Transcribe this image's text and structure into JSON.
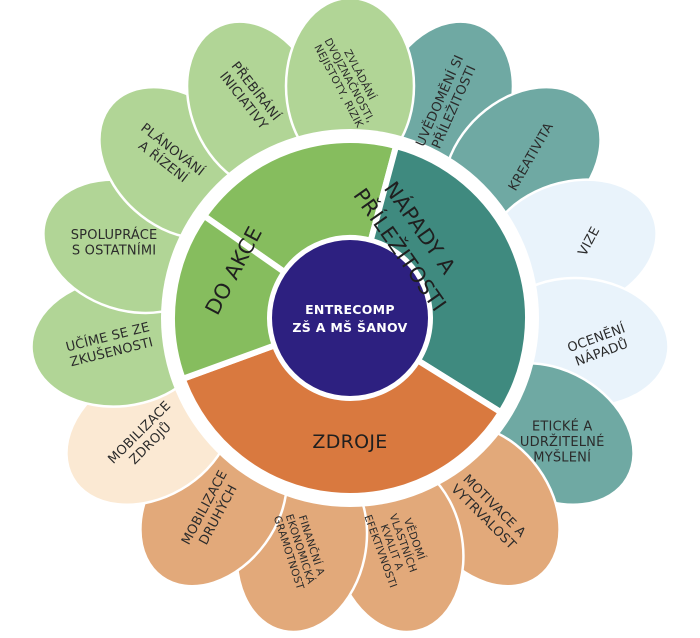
{
  "center": {
    "line1": "ENTRECOMP",
    "line2": "ZŠ A MŠ ŠANOV"
  },
  "areas": {
    "ideas": {
      "line1": "NÁPADY A",
      "line2": "PŘÍLEŽITOSTI"
    },
    "action": {
      "label": "DO AKCE"
    },
    "resources": {
      "label": "ZDROJE"
    }
  },
  "petals": [
    {
      "lines": [
        "UVĚDOMĚNÍ SI",
        "PŘÍLEŽITOSTI"
      ]
    },
    {
      "lines": [
        "KREATIVITA"
      ]
    },
    {
      "lines": [
        "VIZE"
      ]
    },
    {
      "lines": [
        "OCENĚNÍ",
        "NÁPADŮ"
      ]
    },
    {
      "lines": [
        "ETICKÉ A",
        "UDRŽITELNÉ",
        "MYŠLENÍ"
      ]
    },
    {
      "lines": [
        "MOTIVACE A",
        "VYTRVALOST"
      ]
    },
    {
      "lines": [
        "VĚDOMÍ",
        "VLASTNÍCH",
        "KVALIT A",
        "EFEKTIVNOSTI"
      ]
    },
    {
      "lines": [
        "FINANČNÍ A",
        "EKONOMICKÁ",
        "GRAMOTNOST"
      ]
    },
    {
      "lines": [
        "MOBILIZACE",
        "DRUHÝCH"
      ]
    },
    {
      "lines": [
        "MOBILIZACE",
        "ZDROJŮ"
      ]
    },
    {
      "lines": [
        "UČÍME SE ZE",
        "ZKUŠENOSTI"
      ]
    },
    {
      "lines": [
        "SPOLUPRÁCE",
        "S OSTATNÍMI"
      ]
    },
    {
      "lines": [
        "PLÁNOVÁNÍ",
        "A ŘÍZENÍ"
      ]
    },
    {
      "lines": [
        "PŘEBÍRÁNÍ",
        "INICIATIVY"
      ]
    },
    {
      "lines": [
        "ZVLÁDÁNÍ",
        "DVOJZNAČNOSTI,",
        "NEJISTOTY, RIZIK"
      ]
    }
  ],
  "colors": {
    "ideas_dark": "#3f8a7f",
    "ideas_petal": "#6fa9a3",
    "ideas_petal_light": "#e9f3fb",
    "action_dark": "#86bd5e",
    "action_petal": "#b1d596",
    "resources_dark": "#d9793f",
    "resources_petal": "#e2a97a",
    "resources_petal_light": "#fbe9d3",
    "center": "#2d2080"
  }
}
